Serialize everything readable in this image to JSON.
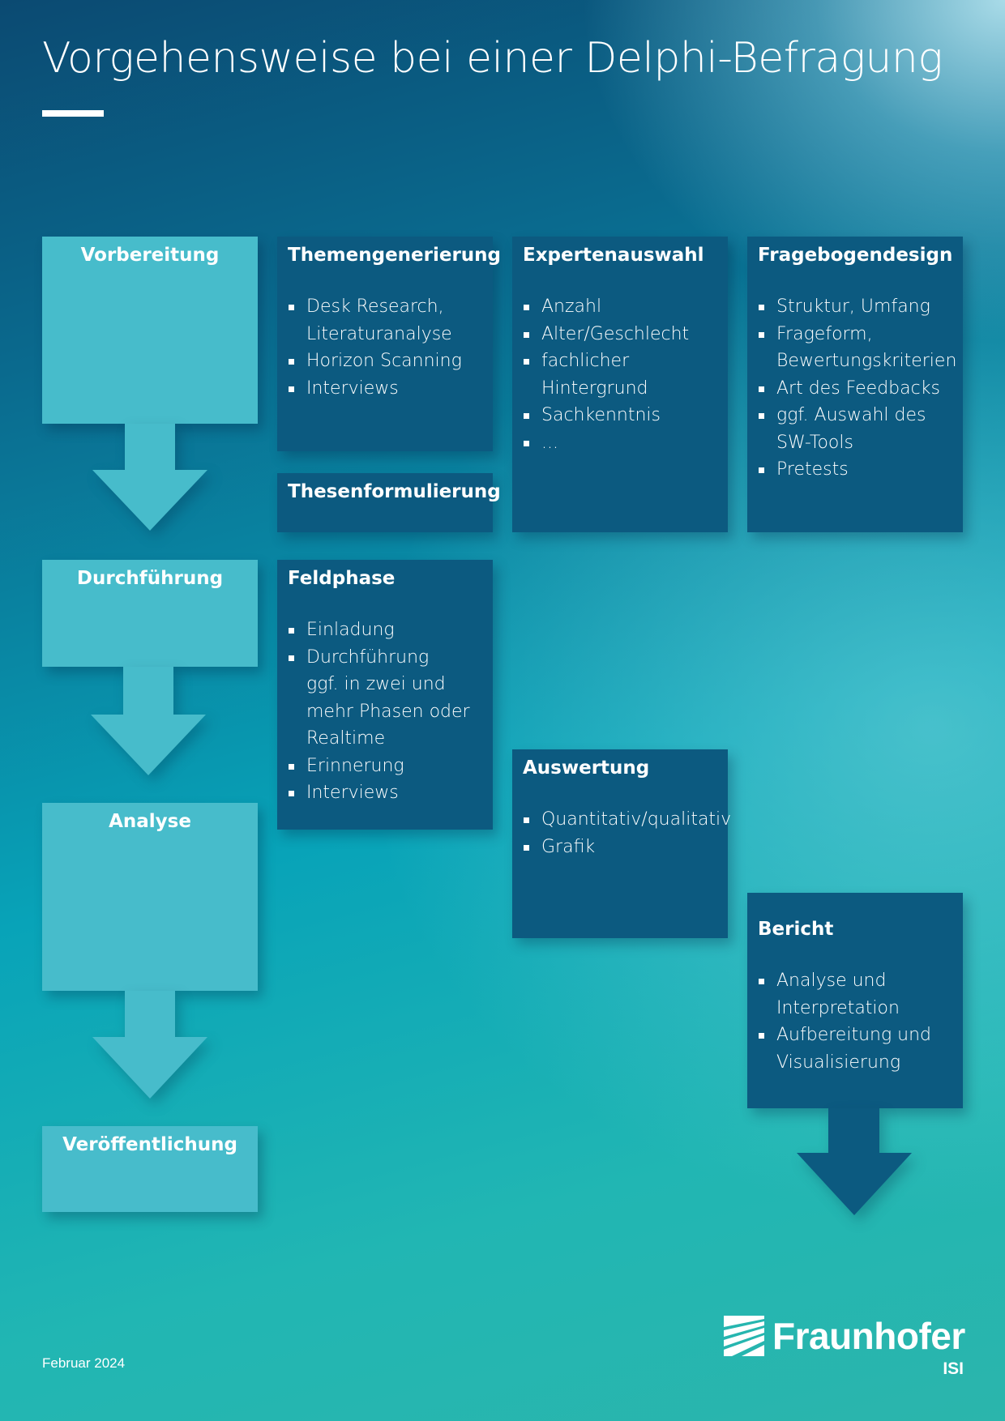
{
  "title": "Vorgehensweise bei einer Delphi-Befragung",
  "phases": [
    "Vorbereitung",
    "Durchführung",
    "Analyse",
    "Veröffentlichung"
  ],
  "boxes": {
    "themen": {
      "heading": "Themengenerierung",
      "items": [
        "Desk Research,\nLiteraturanalyse",
        "Horizon Scanning",
        "Interviews"
      ]
    },
    "thesen": {
      "heading": "Thesenformulierung"
    },
    "experten": {
      "heading": "Expertenauswahl",
      "items": [
        "Anzahl",
        "Alter/Geschlecht",
        "fachlicher\nHintergrund",
        "Sachkenntnis",
        "..."
      ]
    },
    "fragebogen": {
      "heading": "Fragebogendesign",
      "items": [
        "Struktur, Umfang",
        "Frageform,\nBewertungskriterien",
        "Art des Feedbacks",
        "ggf. Auswahl des\nSW-Tools",
        "Pretests"
      ]
    },
    "feld": {
      "heading": "Feldphase",
      "items": [
        "Einladung",
        "Durchführung\nggf. in zwei und\nmehr Phasen oder\nRealtime",
        "Erinnerung",
        "Interviews"
      ]
    },
    "auswertung": {
      "heading": "Auswertung",
      "items": [
        "Quantitativ/qualitativ",
        "Grafik"
      ]
    },
    "bericht": {
      "heading": "Bericht",
      "items": [
        "Analyse und\nInterpretation",
        "Aufbereitung und\nVisualisierung"
      ]
    }
  },
  "footer": {
    "date": "Februar 2024"
  },
  "logo": {
    "name": "Fraunhofer",
    "sub": "ISI"
  },
  "colors": {
    "phase": "#47bccb",
    "box": "#0c5a80",
    "text": "#ffffff"
  }
}
